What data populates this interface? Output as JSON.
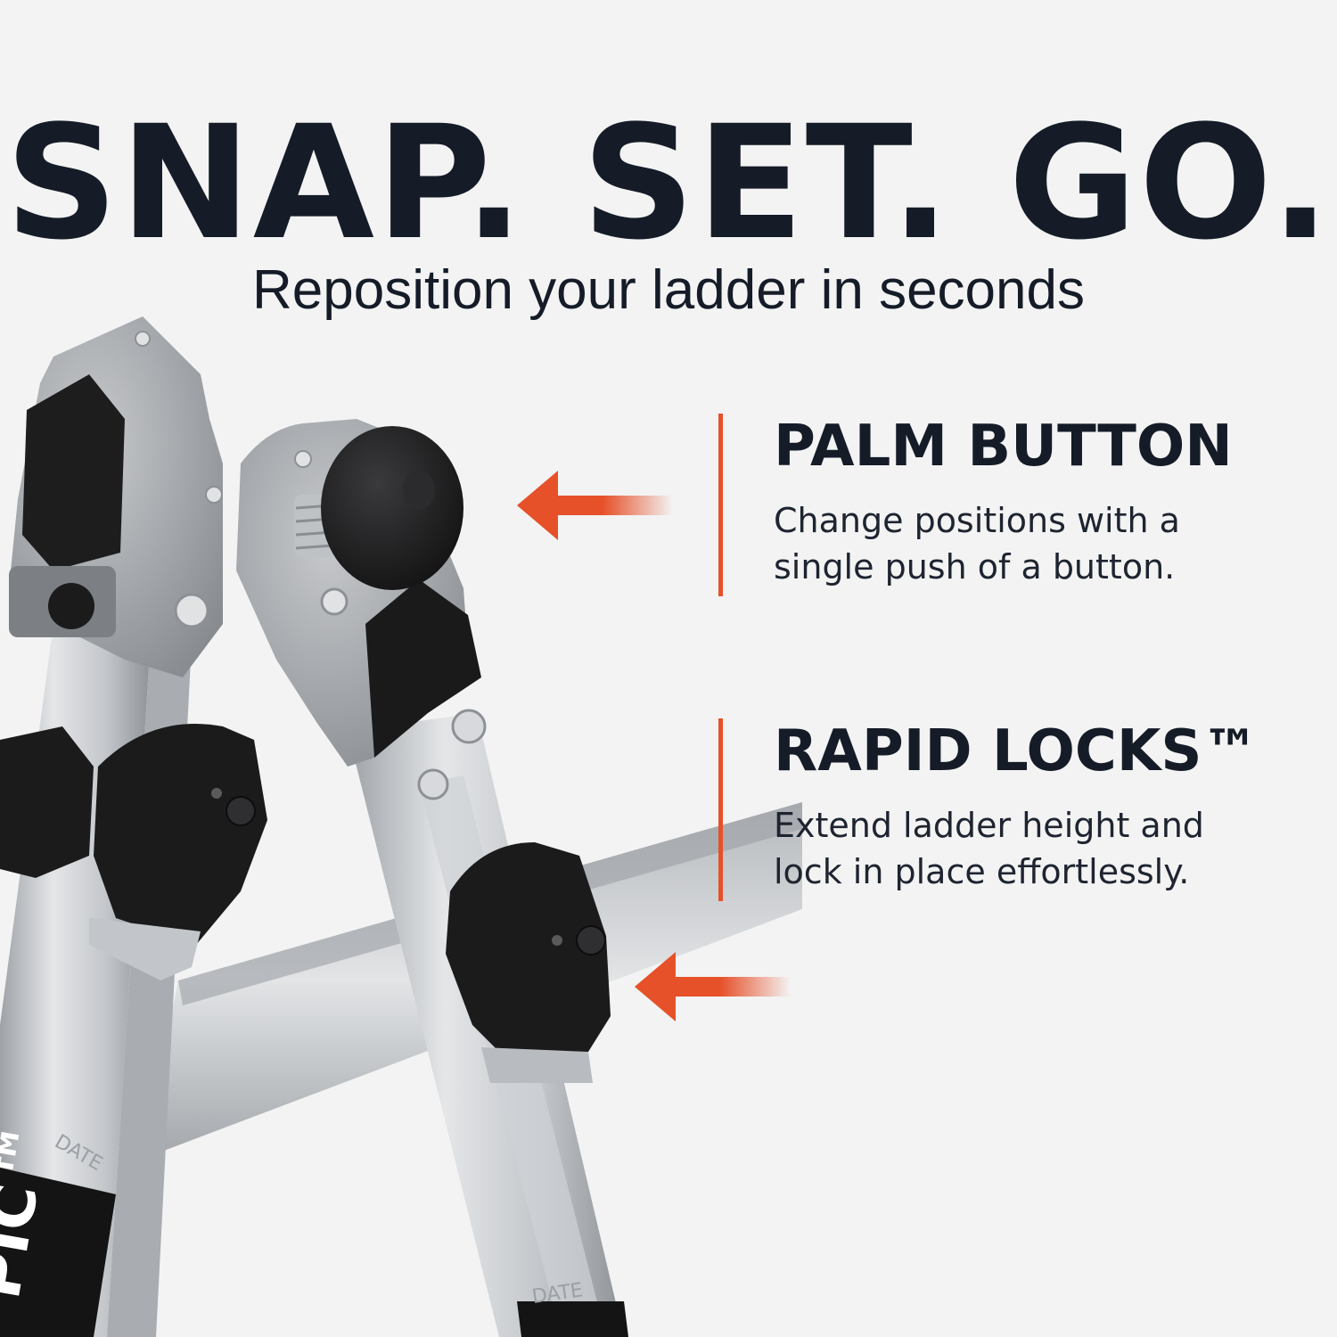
{
  "header": {
    "headline": "SNAP. SET. GO.",
    "subheadline": "Reposition your ladder in seconds"
  },
  "features": [
    {
      "title": "PALM BUTTON",
      "description": "Change positions with a single push of a button."
    },
    {
      "title": "RAPID LOCKS™",
      "description": "Extend ladder height and lock in place effortlessly."
    }
  ],
  "product_markings": {
    "date_label_left": "DATE",
    "date_label_right": "DATE",
    "brand_fragment": "PIC™"
  },
  "colors": {
    "background": "#f3f3f3",
    "headline": "#151c28",
    "accent": "#e6512a",
    "aluminum": "#c9ccd0",
    "lock_black": "#1b1b1c"
  },
  "icons": [
    "left-arrow-icon",
    "left-arrow-icon"
  ]
}
